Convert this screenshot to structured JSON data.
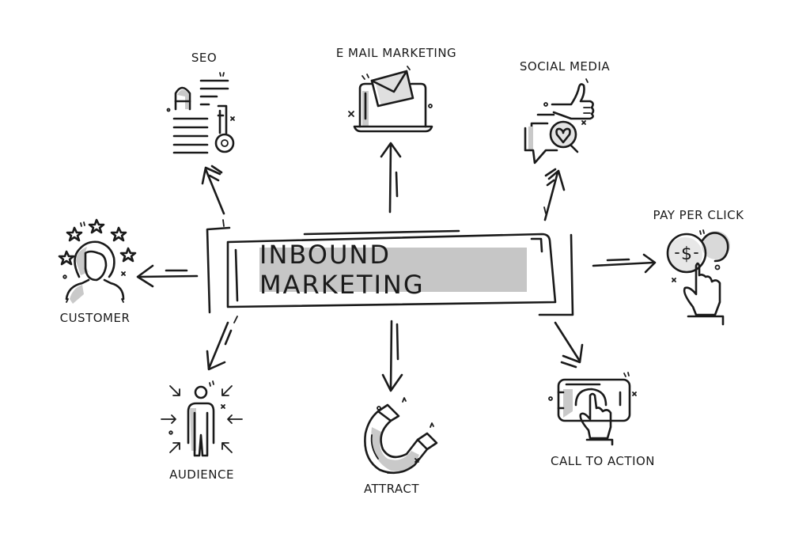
{
  "diagram": {
    "title": "INBOUND MARKETING",
    "accent_fill": "#c6c6c6",
    "stroke_color": "#1a1a1a",
    "background": "#ffffff",
    "nodes": [
      {
        "id": "seo",
        "label": "SEO",
        "icon": "document-key-icon"
      },
      {
        "id": "email",
        "label": "E MAIL MARKETING",
        "icon": "laptop-envelope-icon"
      },
      {
        "id": "social",
        "label": "SOCIAL MEDIA",
        "icon": "thumbs-up-chat-heart-icon"
      },
      {
        "id": "ppc",
        "label": "PAY PER CLICK",
        "icon": "coins-hand-click-icon"
      },
      {
        "id": "cta",
        "label": "CALL TO ACTION",
        "icon": "phone-tap-icon"
      },
      {
        "id": "attract",
        "label": "ATTRACT",
        "icon": "magnet-icon"
      },
      {
        "id": "audience",
        "label": "AUDIENCE",
        "icon": "person-target-arrows-icon"
      },
      {
        "id": "customer",
        "label": "CUSTOMER",
        "icon": "woman-stars-icon"
      }
    ],
    "edges": [
      {
        "from": "inbound-marketing",
        "to": "seo"
      },
      {
        "from": "inbound-marketing",
        "to": "email"
      },
      {
        "from": "inbound-marketing",
        "to": "social"
      },
      {
        "from": "inbound-marketing",
        "to": "ppc"
      },
      {
        "from": "inbound-marketing",
        "to": "cta"
      },
      {
        "from": "inbound-marketing",
        "to": "attract"
      },
      {
        "from": "inbound-marketing",
        "to": "audience"
      },
      {
        "from": "inbound-marketing",
        "to": "customer"
      }
    ]
  }
}
